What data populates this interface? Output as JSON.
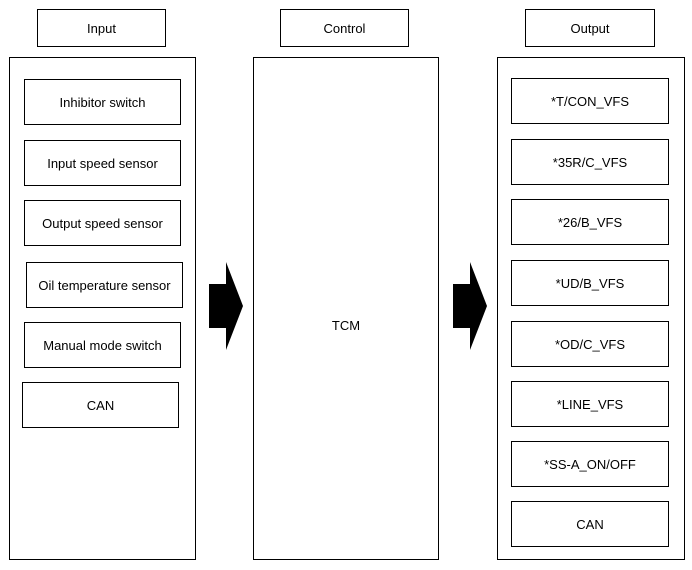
{
  "headers": {
    "input": "Input",
    "control": "Control",
    "output": "Output"
  },
  "inputs": [
    "Inhibitor switch",
    "Input speed sensor",
    "Output speed sensor",
    "Oil temperature sensor",
    "Manual mode switch",
    "CAN"
  ],
  "control": {
    "label": "TCM"
  },
  "outputs": [
    "*T/CON_VFS",
    "*35R/C_VFS",
    "*26/B_VFS",
    "*UD/B_VFS",
    "*OD/C_VFS",
    "*LINE_VFS",
    "*SS-A_ON/OFF",
    "CAN"
  ],
  "colors": {
    "line": "#000000",
    "arrow_fill": "#000000",
    "background": "#ffffff"
  }
}
